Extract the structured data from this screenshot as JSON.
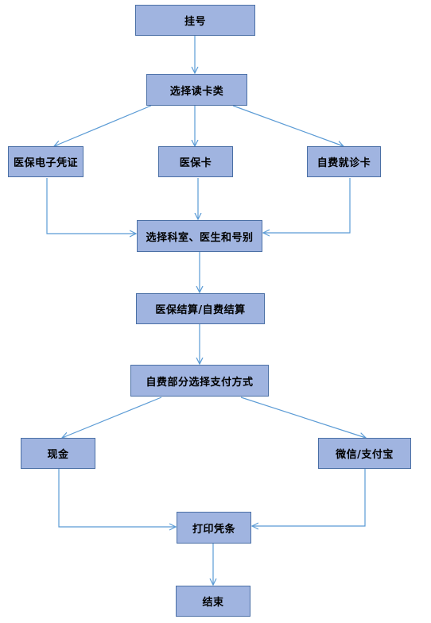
{
  "colors": {
    "node_fill": "#a0b4e0",
    "node_border": "#4a6fa5",
    "arrow": "#5b9bd5",
    "text": "#000000"
  },
  "nodes": {
    "register": "挂号",
    "choose_card_type": "选择读卡类",
    "electronic_insurance_voucher": "医保电子凭证",
    "insurance_card": "医保卡",
    "self_pay_card": "自费就诊卡",
    "choose_department": "选择科室、医生和号别",
    "settlement": "医保结算/自费结算",
    "choose_payment": "自费部分选择支付方式",
    "cash": "现金",
    "wechat_alipay": "微信/支付宝",
    "print_voucher": "打印凭条",
    "end": "结束"
  }
}
